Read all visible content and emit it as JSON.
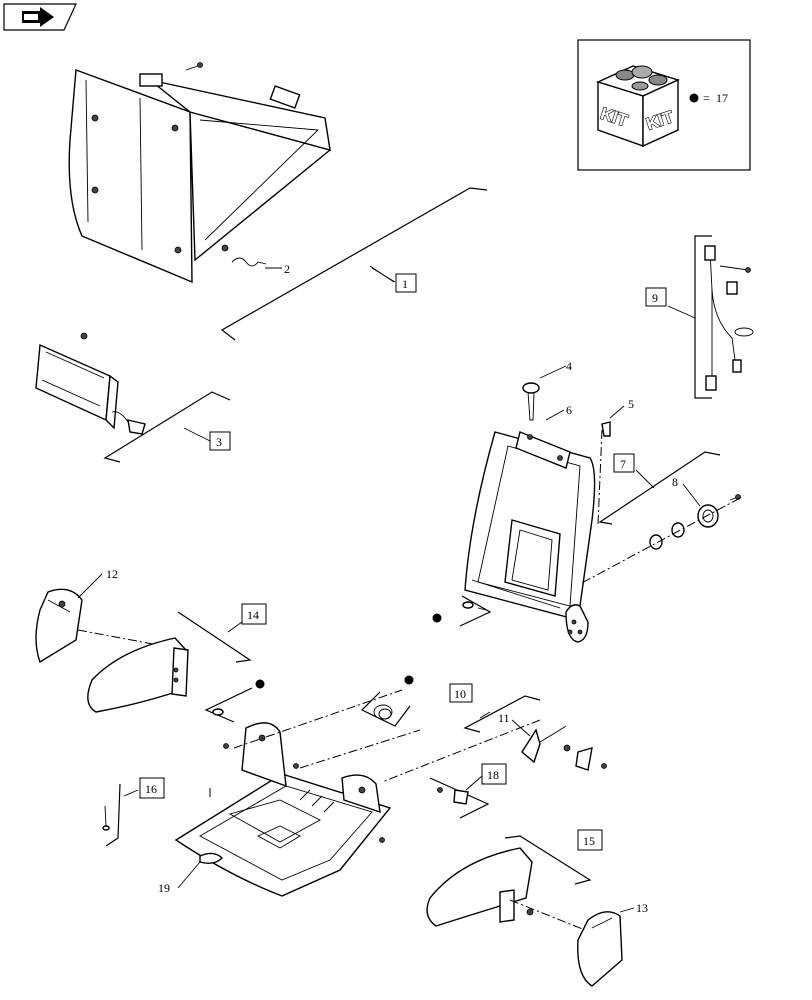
{
  "nav_icon": "forward-arrow-icon",
  "kit": {
    "label_left": "KIT",
    "label_right": "KIT",
    "legend_equals": "=",
    "legend_number": "17"
  },
  "callouts": {
    "c1": "1",
    "c2": "2",
    "c3": "3",
    "c4": "4",
    "c5": "5",
    "c6": "6",
    "c7": "7",
    "c8": "8",
    "c9": "9",
    "c10": "10",
    "c11": "11",
    "c12": "12",
    "c13": "13",
    "c14": "14",
    "c15": "15",
    "c16": "16",
    "c18": "18",
    "c19": "19"
  }
}
